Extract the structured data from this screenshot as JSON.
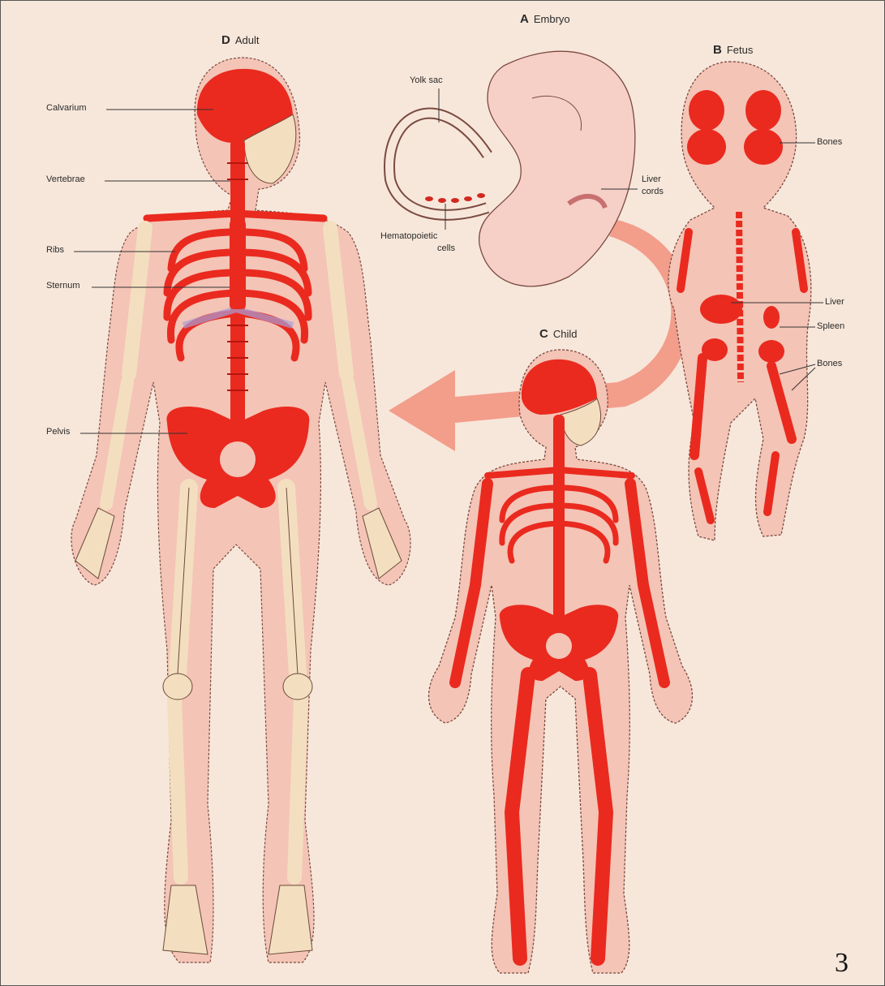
{
  "panels": {
    "adult": {
      "letter": "D",
      "name": "Adult"
    },
    "embryo": {
      "letter": "A",
      "name": "Embryo"
    },
    "fetus": {
      "letter": "B",
      "name": "Fetus"
    },
    "child": {
      "letter": "C",
      "name": "Child"
    }
  },
  "labels": {
    "calvarium": "Calvarium",
    "vertebrae": "Vertebrae",
    "ribs": "Ribs",
    "sternum": "Sternum",
    "pelvis": "Pelvis",
    "yolk_sac": "Yolk sac",
    "liver_cords_1": "Liver",
    "liver_cords_2": "cords",
    "hemato_1": "Hematopoietic",
    "hemato_2": "cells",
    "fetus_bones_head": "Bones",
    "fetus_liver": "Liver",
    "fetus_spleen": "Spleen",
    "fetus_bones_pelvis": "Bones"
  },
  "page_number": "3",
  "colors": {
    "background": "#f7e7da",
    "marrow": "#ea2a1f",
    "skin": "#f4c4b6",
    "bone": "#f3dfc0",
    "arrow": "#f28f7c",
    "embryo": "#f6cfc6"
  }
}
